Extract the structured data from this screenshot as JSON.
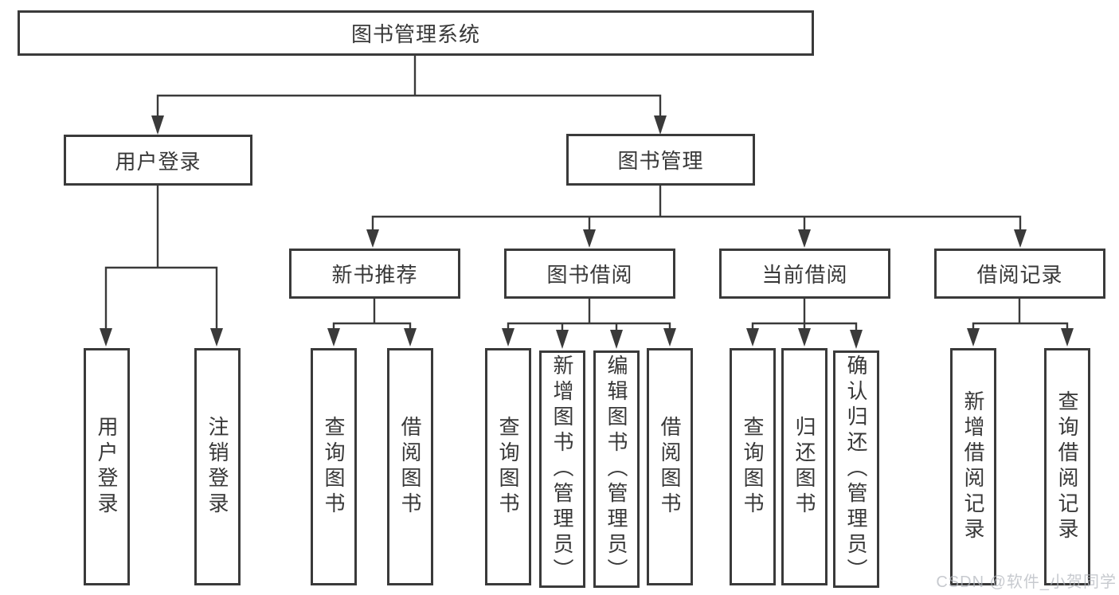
{
  "diagram": {
    "root": "图书管理系统",
    "branches": [
      {
        "label": "用户登录",
        "children": [
          "用户登录",
          "注销登录"
        ]
      },
      {
        "label": "图书管理",
        "children": [
          {
            "label": "新书推荐",
            "children": [
              "查询图书",
              "借阅图书"
            ]
          },
          {
            "label": "图书借阅",
            "children": [
              "查询图书",
              "新增图书（管理员）",
              "编辑图书（管理员）",
              "借阅图书"
            ]
          },
          {
            "label": "当前借阅",
            "children": [
              "查询图书",
              "归还图书",
              "确认归还（管理员）"
            ]
          },
          {
            "label": "借阅记录",
            "children": [
              "新增借阅记录",
              "查询借阅记录"
            ]
          }
        ]
      }
    ]
  },
  "watermark": "CSDN @软件_小贺同学",
  "colors": {
    "line": "#3a3a3a",
    "text": "#383838",
    "box_background": "#ffffff",
    "page_background": "#ffffff",
    "watermark": "#c7c9cc"
  }
}
